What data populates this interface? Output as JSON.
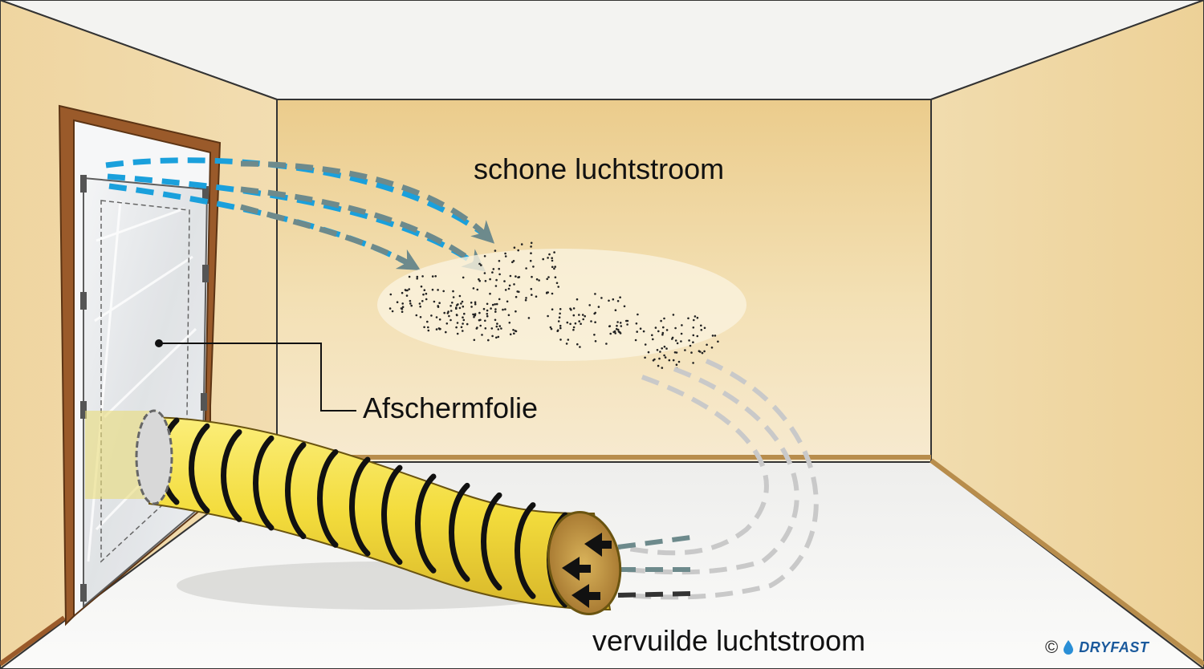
{
  "labels": {
    "clean_airflow": "schone luchtstroom",
    "shield_foil": "Afschermfolie",
    "dirty_airflow": "vervuilde luchtstroom"
  },
  "copyright": {
    "symbol": "©",
    "brand": "DRYFAST",
    "logo_icon": "water-drop-icon"
  },
  "colors": {
    "wall": "#eed49c",
    "ceiling": "#f3f3f1",
    "floor": "#f4f4f2",
    "clean_air": "#1aa0dc",
    "dirty_air": "#6f8a8c",
    "hose": "#f4e04a",
    "door_frame": "#9a5a2a"
  }
}
